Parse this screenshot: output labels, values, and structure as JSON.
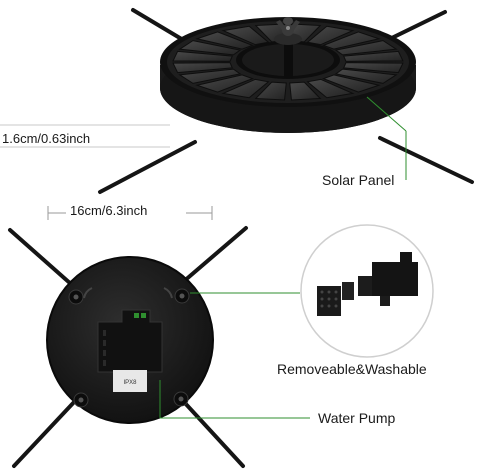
{
  "labels": {
    "height_dimension": "1.6cm/0.63inch",
    "diameter_dimension": "16cm/6.3inch",
    "solar_panel": "Solar Panel",
    "removeable": "Removeable&Washable",
    "water_pump": "Water Pump",
    "pump_rating": "IPX8"
  },
  "colors": {
    "callout_line": "#2f8f2f",
    "body": "#1c1c1c",
    "panel_cell": "#3a3a3a"
  }
}
